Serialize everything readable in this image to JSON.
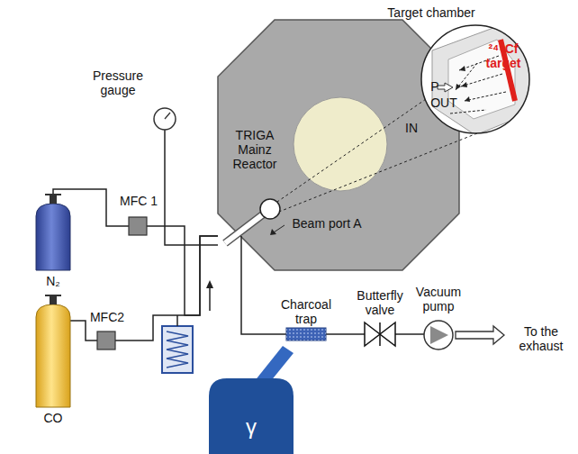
{
  "diagram": {
    "nodes": [
      {
        "text": [
          "TRIGA Mainz Reactor"
        ]
      },
      {
        "text": [
          "²⁴⁹Cf target",
          "P",
          "OUT",
          "IN"
        ]
      },
      {
        "text": [
          "Pressure gauge"
        ]
      },
      {
        "text": [
          "N₂"
        ]
      },
      {
        "text": [
          "CO"
        ]
      },
      {
        "text": [
          "MFC 1"
        ]
      },
      {
        "text": [
          "MFC2"
        ]
      },
      {
        "text": [
          "Charcoal trap"
        ]
      },
      {
        "text": [
          "Butterfly valve"
        ]
      },
      {
        "text": [
          "Vacuum pump"
        ]
      },
      {
        "text": [
          "γ"
        ]
      }
    ],
    "edges": [
      {
        "from": 3,
        "to": 5,
        "arrow": "none"
      },
      {
        "from": 4,
        "to": 6,
        "arrow": "none"
      },
      {
        "from": 5,
        "to": 0,
        "arrow": "none"
      },
      {
        "from": 6,
        "to": 0,
        "arrow": "none"
      },
      {
        "from": 2,
        "to": 0,
        "arrow": "none"
      },
      {
        "from": 0,
        "to": 7,
        "arrow": "none"
      },
      {
        "from": 7,
        "to": 8,
        "arrow": "none"
      },
      {
        "from": 8,
        "to": 9,
        "arrow": "none"
      }
    ],
    "labels": [
      "Target chamber",
      "Beam port A",
      "To the exhaust"
    ]
  }
}
